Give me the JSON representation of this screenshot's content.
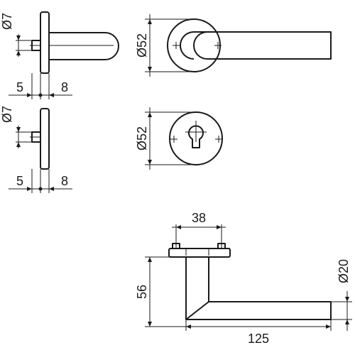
{
  "dimensions": {
    "rose_pin_diameter": "Ø7",
    "rose_offset_left": "5",
    "rose_offset_right": "8",
    "keyhole_pin_diameter": "Ø7",
    "keyhole_offset_left": "5",
    "keyhole_offset_right": "8",
    "rose_diameter": "Ø52",
    "escutcheon_diameter": "Ø52",
    "screw_spacing": "38",
    "lever_height": "56",
    "lever_tube_diameter": "Ø20",
    "lever_length": "125"
  }
}
